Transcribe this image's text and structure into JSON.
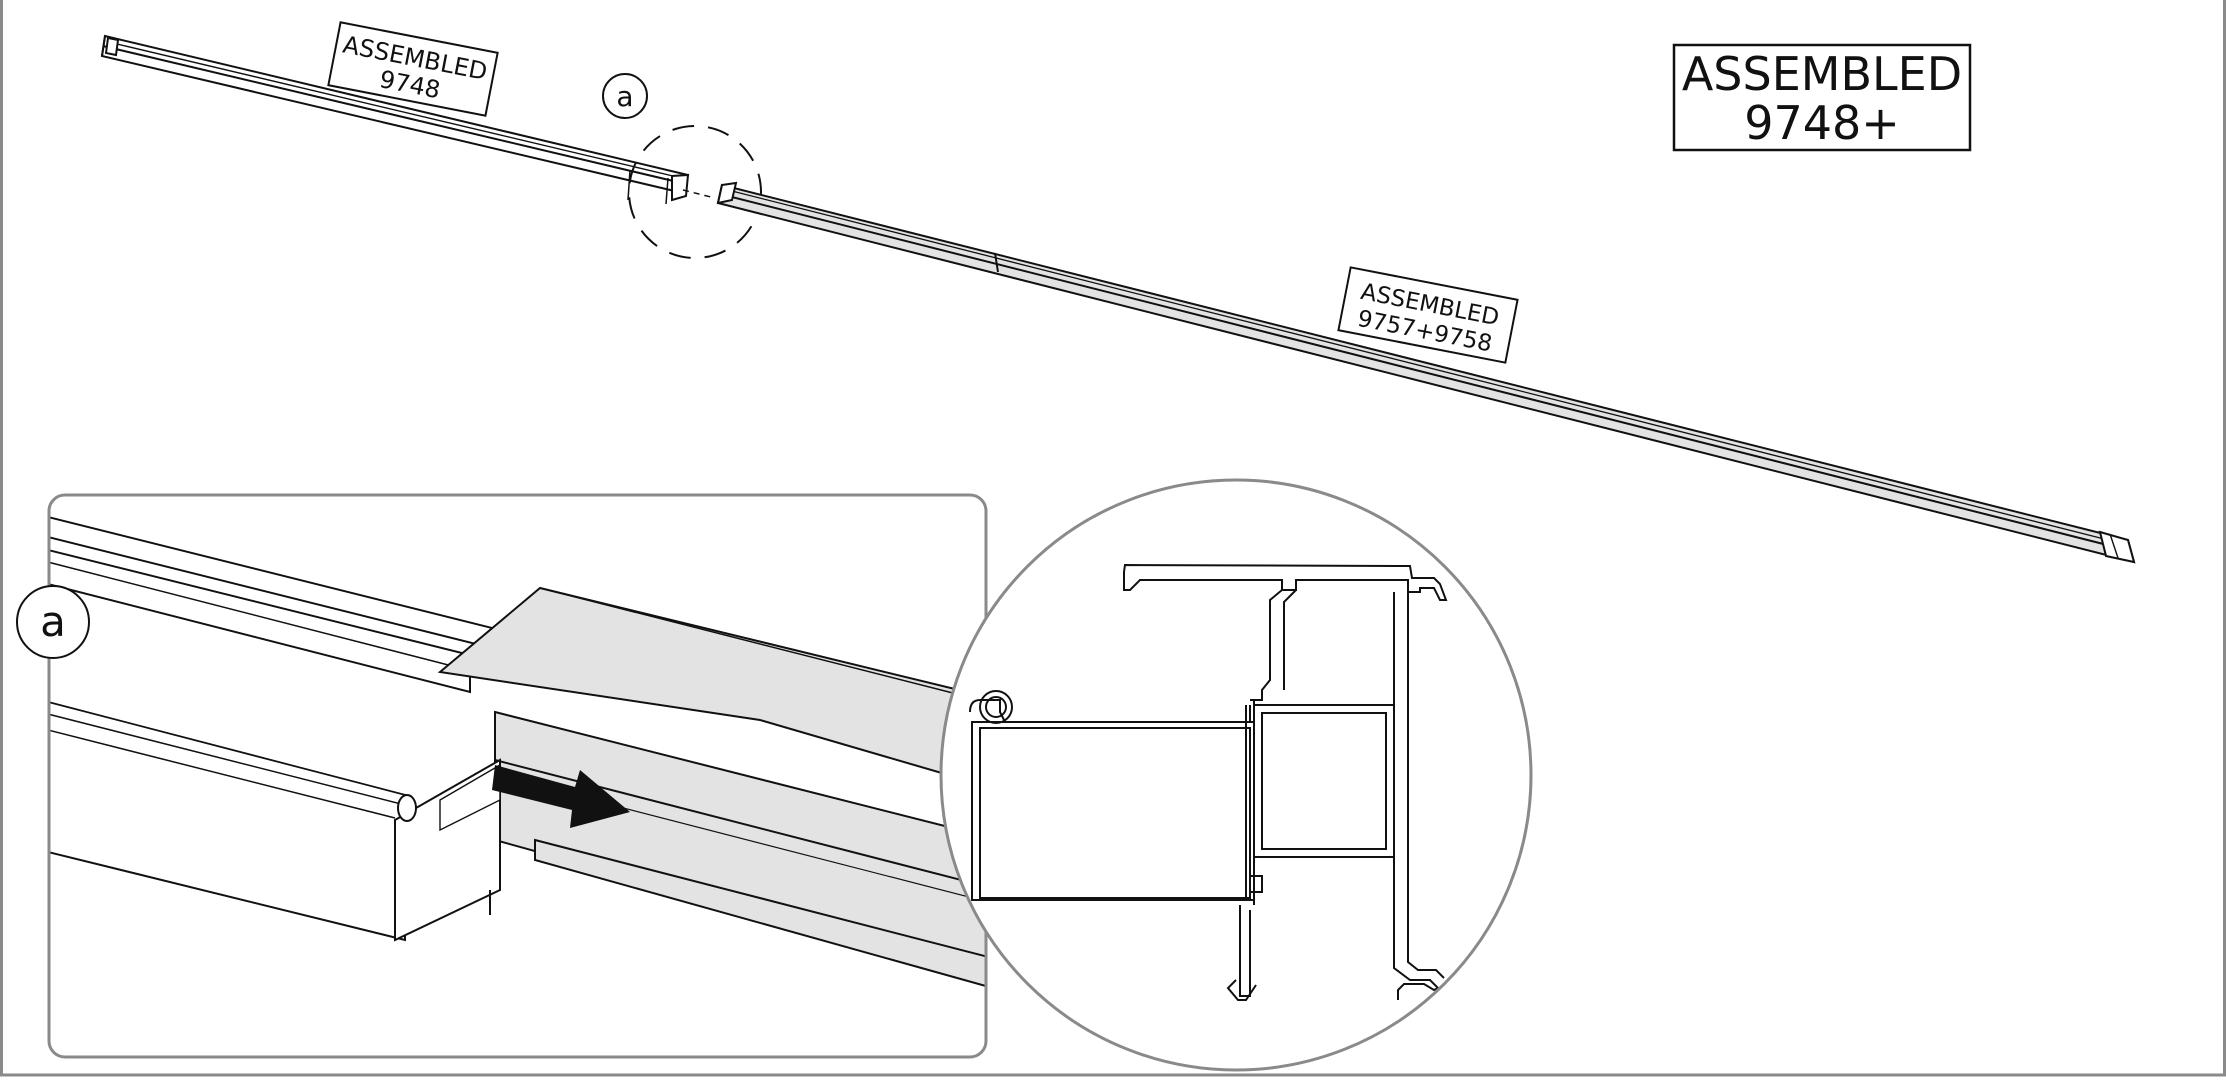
{
  "labels": {
    "main_label_line1": "ASSEMBLED",
    "main_label_line2": "9748+",
    "rail_left_line1": "ASSEMBLED",
    "rail_left_line2": "9748",
    "rail_right_line1": "ASSEMBLED",
    "rail_right_line2": "9757+9758",
    "callout_small": "a",
    "callout_large": "a"
  },
  "colors": {
    "ink": "#111111",
    "frame": "#8a8a8a",
    "panel_fill": "#e3e3e3",
    "arrow": "#111111"
  }
}
